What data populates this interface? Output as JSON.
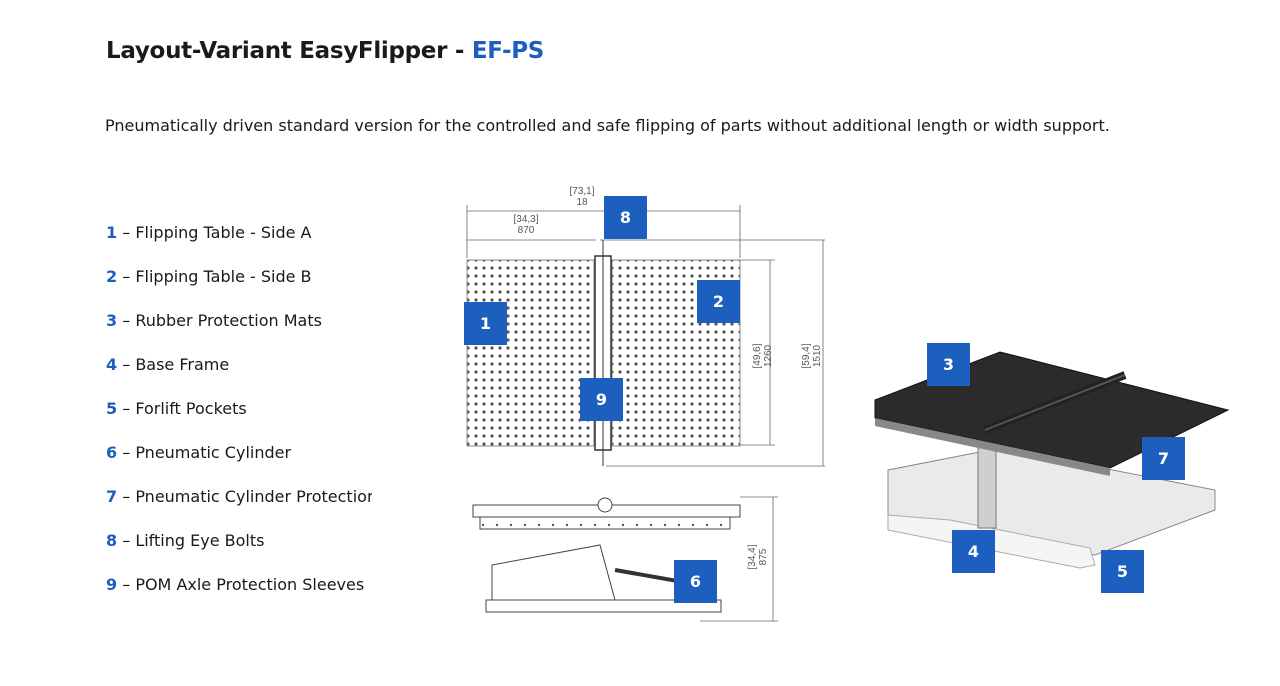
{
  "title": {
    "main": "Layout-Variant EasyFlipper - ",
    "accent": "EF-PS"
  },
  "subtitle": "Pneumatically driven standard version for the controlled and safe flipping of parts without additional length or width support.",
  "legend": [
    {
      "num": "1",
      "label": " – Flipping Table - Side A"
    },
    {
      "num": "2",
      "label": " – Flipping Table - Side B"
    },
    {
      "num": "3",
      "label": " – Rubber Protection Mats"
    },
    {
      "num": "4",
      "label": " – Base Frame"
    },
    {
      "num": "5",
      "label": " – Forlift Pockets"
    },
    {
      "num": "6",
      "label": " – Pneumatic Cylinder"
    },
    {
      "num": "7",
      "label": " – Pneumatic Cylinder Protectior"
    },
    {
      "num": "8",
      "label": " – Lifting Eye Bolts"
    },
    {
      "num": "9",
      "label": " – POM Axle Protection Sleeves"
    }
  ],
  "dimensions": {
    "total_width_in": "[73,1]",
    "total_width_mm": "18",
    "half_width_in": "[34,3]",
    "half_width_mm": "870",
    "table_depth_in": "[49,6]",
    "table_depth_mm": "1260",
    "total_depth_in": "[59,4]",
    "total_depth_mm": "1510",
    "height_in": "[34,4]",
    "height_mm": "875"
  },
  "colors": {
    "accent": "#1c5fbf"
  }
}
